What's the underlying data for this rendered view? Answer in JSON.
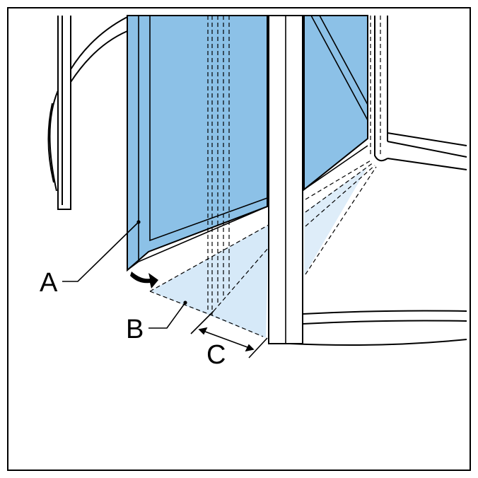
{
  "callouts": {
    "a": "A",
    "b": "B",
    "c": "C"
  },
  "colors": {
    "door_fill": "#8cc1e7",
    "swing_area": "#d6e9f8",
    "outline": "#000000",
    "background": "#ffffff"
  }
}
